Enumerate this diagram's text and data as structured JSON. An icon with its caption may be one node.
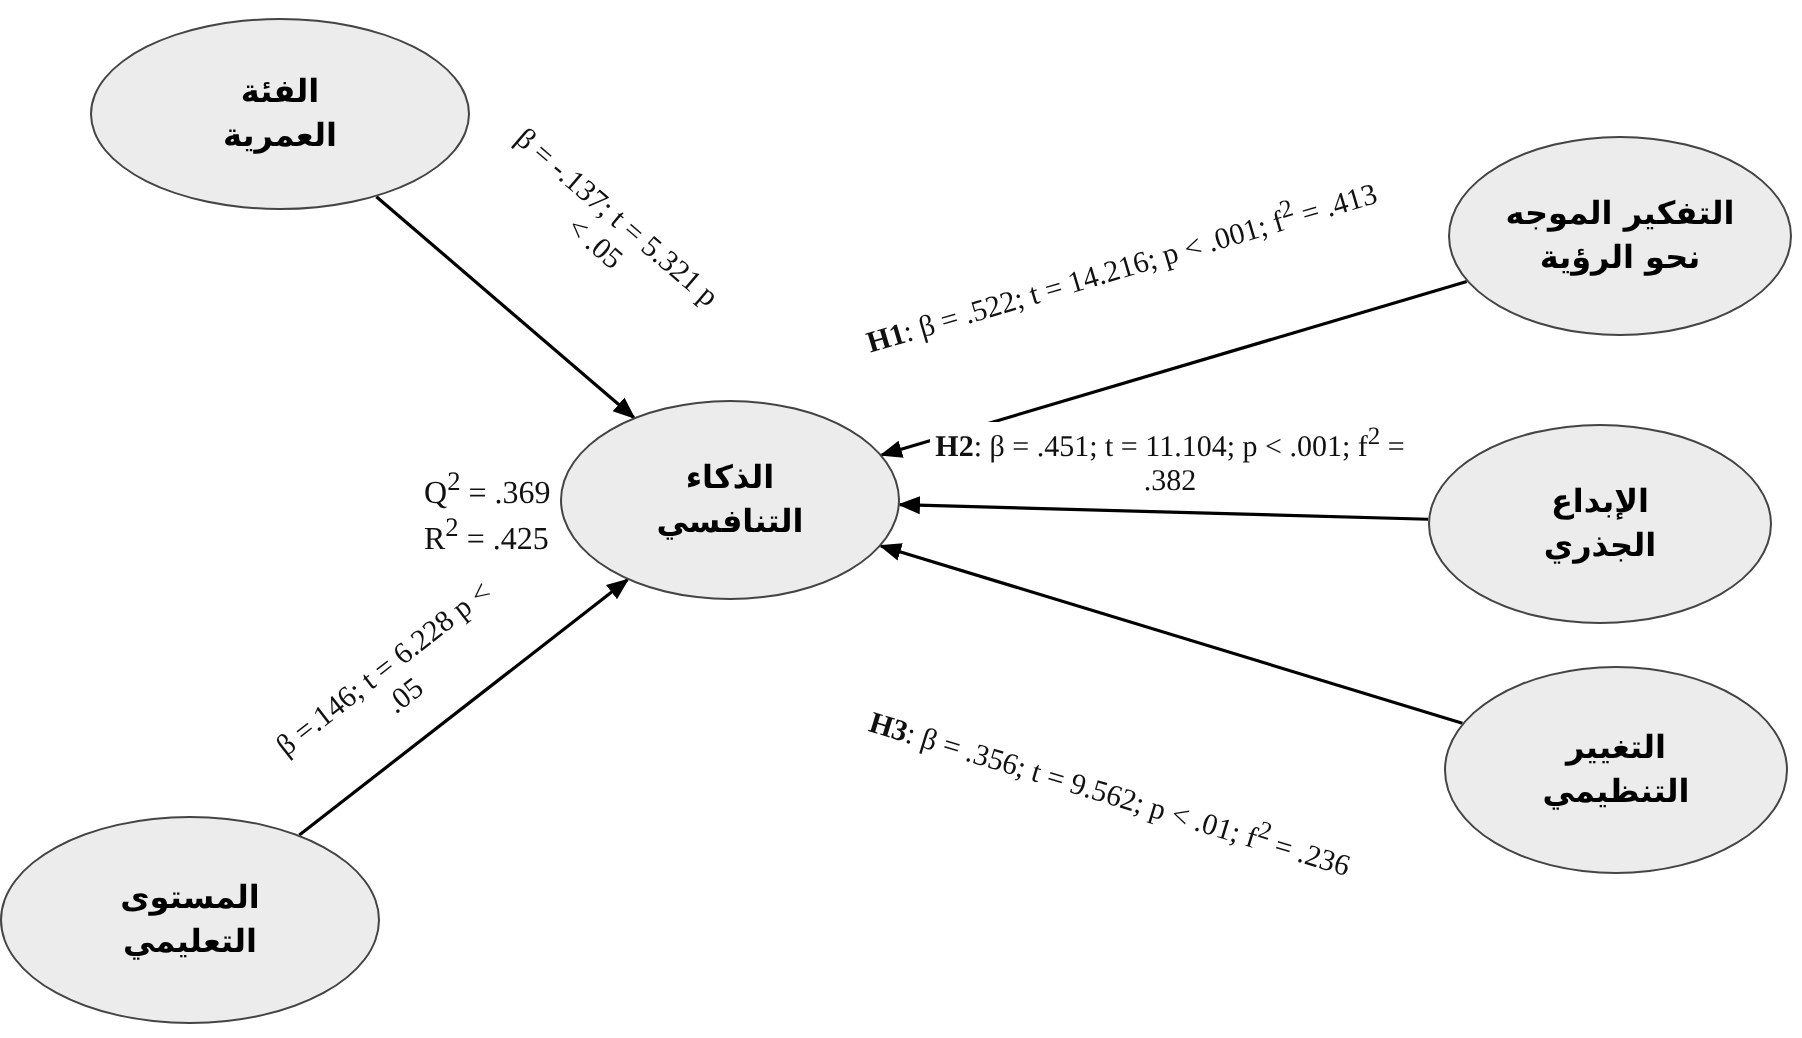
{
  "diagram": {
    "nodes": [
      {
        "text": [
          "الفئة العمرية"
        ]
      },
      {
        "text": [
          "التفكير الموجه نحو الرؤية"
        ]
      },
      {
        "text": [
          "الذكاء التنافسي"
        ],
        "beside": [
          "Q$^{2}$ = .369",
          "R$^{2}$ = .425"
        ]
      },
      {
        "text": [
          "الإبداع الجذري"
        ]
      },
      {
        "text": [
          "التغيير التنظيمي"
        ]
      },
      {
        "text": [
          "المستوى التعليمي"
        ]
      }
    ],
    "edges": [
      {
        "from": 0,
        "to": 2,
        "arrow": "to",
        "label": "β = -.137; t = 5.321 p < .05"
      },
      {
        "from": 1,
        "to": 2,
        "arrow": "to",
        "label": "**H1**: β = .522; t = 14.216; p < .001; f$^{2}$ = .413"
      },
      {
        "from": 3,
        "to": 2,
        "arrow": "to",
        "label": "**H2**: β = .451; t = 11.104; p < .001; f$^{2}$ = .382"
      },
      {
        "from": 4,
        "to": 2,
        "arrow": "to",
        "label": "**H3**: β = .356; t = 9.562; p < .01; f$^{2}$ = .236"
      },
      {
        "from": 5,
        "to": 2,
        "arrow": "to",
        "label": "β =.146; t = 6.228 p < .05"
      }
    ]
  }
}
